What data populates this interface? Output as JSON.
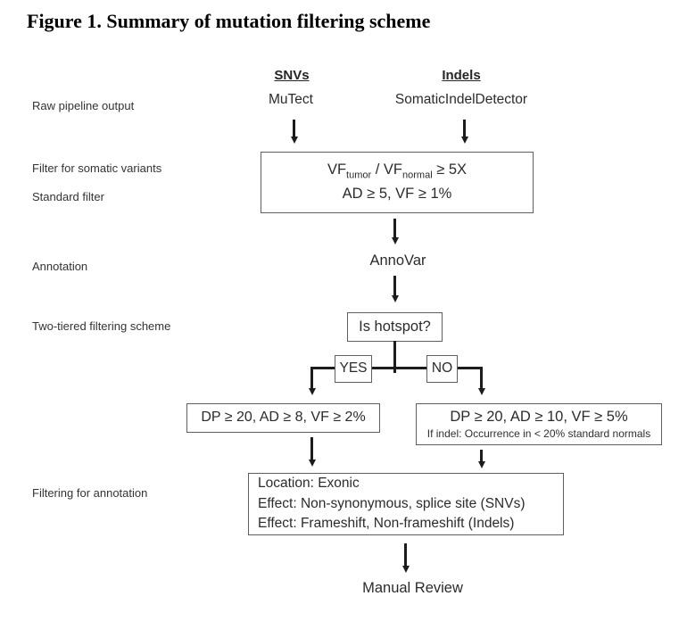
{
  "figure_title": "Figure 1. Summary of mutation filtering scheme",
  "stage_labels": {
    "raw": "Raw pipeline output",
    "somatic": "Filter for somatic variants",
    "standard": "Standard filter",
    "annotation": "Annotation",
    "two_tiered": "Two-tiered filtering scheme",
    "filtering_annotation": "Filtering for annotation"
  },
  "columns": {
    "snvs": {
      "header": "SNVs",
      "tool": "MuTect"
    },
    "indels": {
      "header": "Indels",
      "tool": "SomaticIndelDetector"
    }
  },
  "nodes": {
    "somatic_filter": {
      "line1": {
        "pre": "VF",
        "sub1": "tumor",
        "mid": " / VF",
        "sub2": "normal",
        "post": " ≥ 5X"
      },
      "line2": "AD ≥ 5, VF ≥ 1%"
    },
    "annovar": "AnnoVar",
    "hotspot_question": "Is hotspot?",
    "branch_yes": "YES",
    "branch_no": "NO",
    "hotspot_filter": "DP ≥ 20, AD ≥ 8, VF ≥ 2%",
    "non_hotspot_filter": {
      "line1": "DP ≥ 20, AD ≥ 10, VF ≥ 5%",
      "line2": "If indel: Occurrence in < 20% standard normals"
    },
    "annotation_filter": {
      "line1": "Location: Exonic",
      "line2": "Effect: Non-synonymous, splice site (SNVs)",
      "line3": "Effect: Frameshift, Non-frameshift (Indels)"
    },
    "manual_review": "Manual Review"
  },
  "colors": {
    "background": "#ffffff",
    "title_text": "#000000",
    "diagram_text": "#2b2b2b",
    "box_border": "#5f5f5f",
    "arrow_line": "#1c1c1c"
  }
}
